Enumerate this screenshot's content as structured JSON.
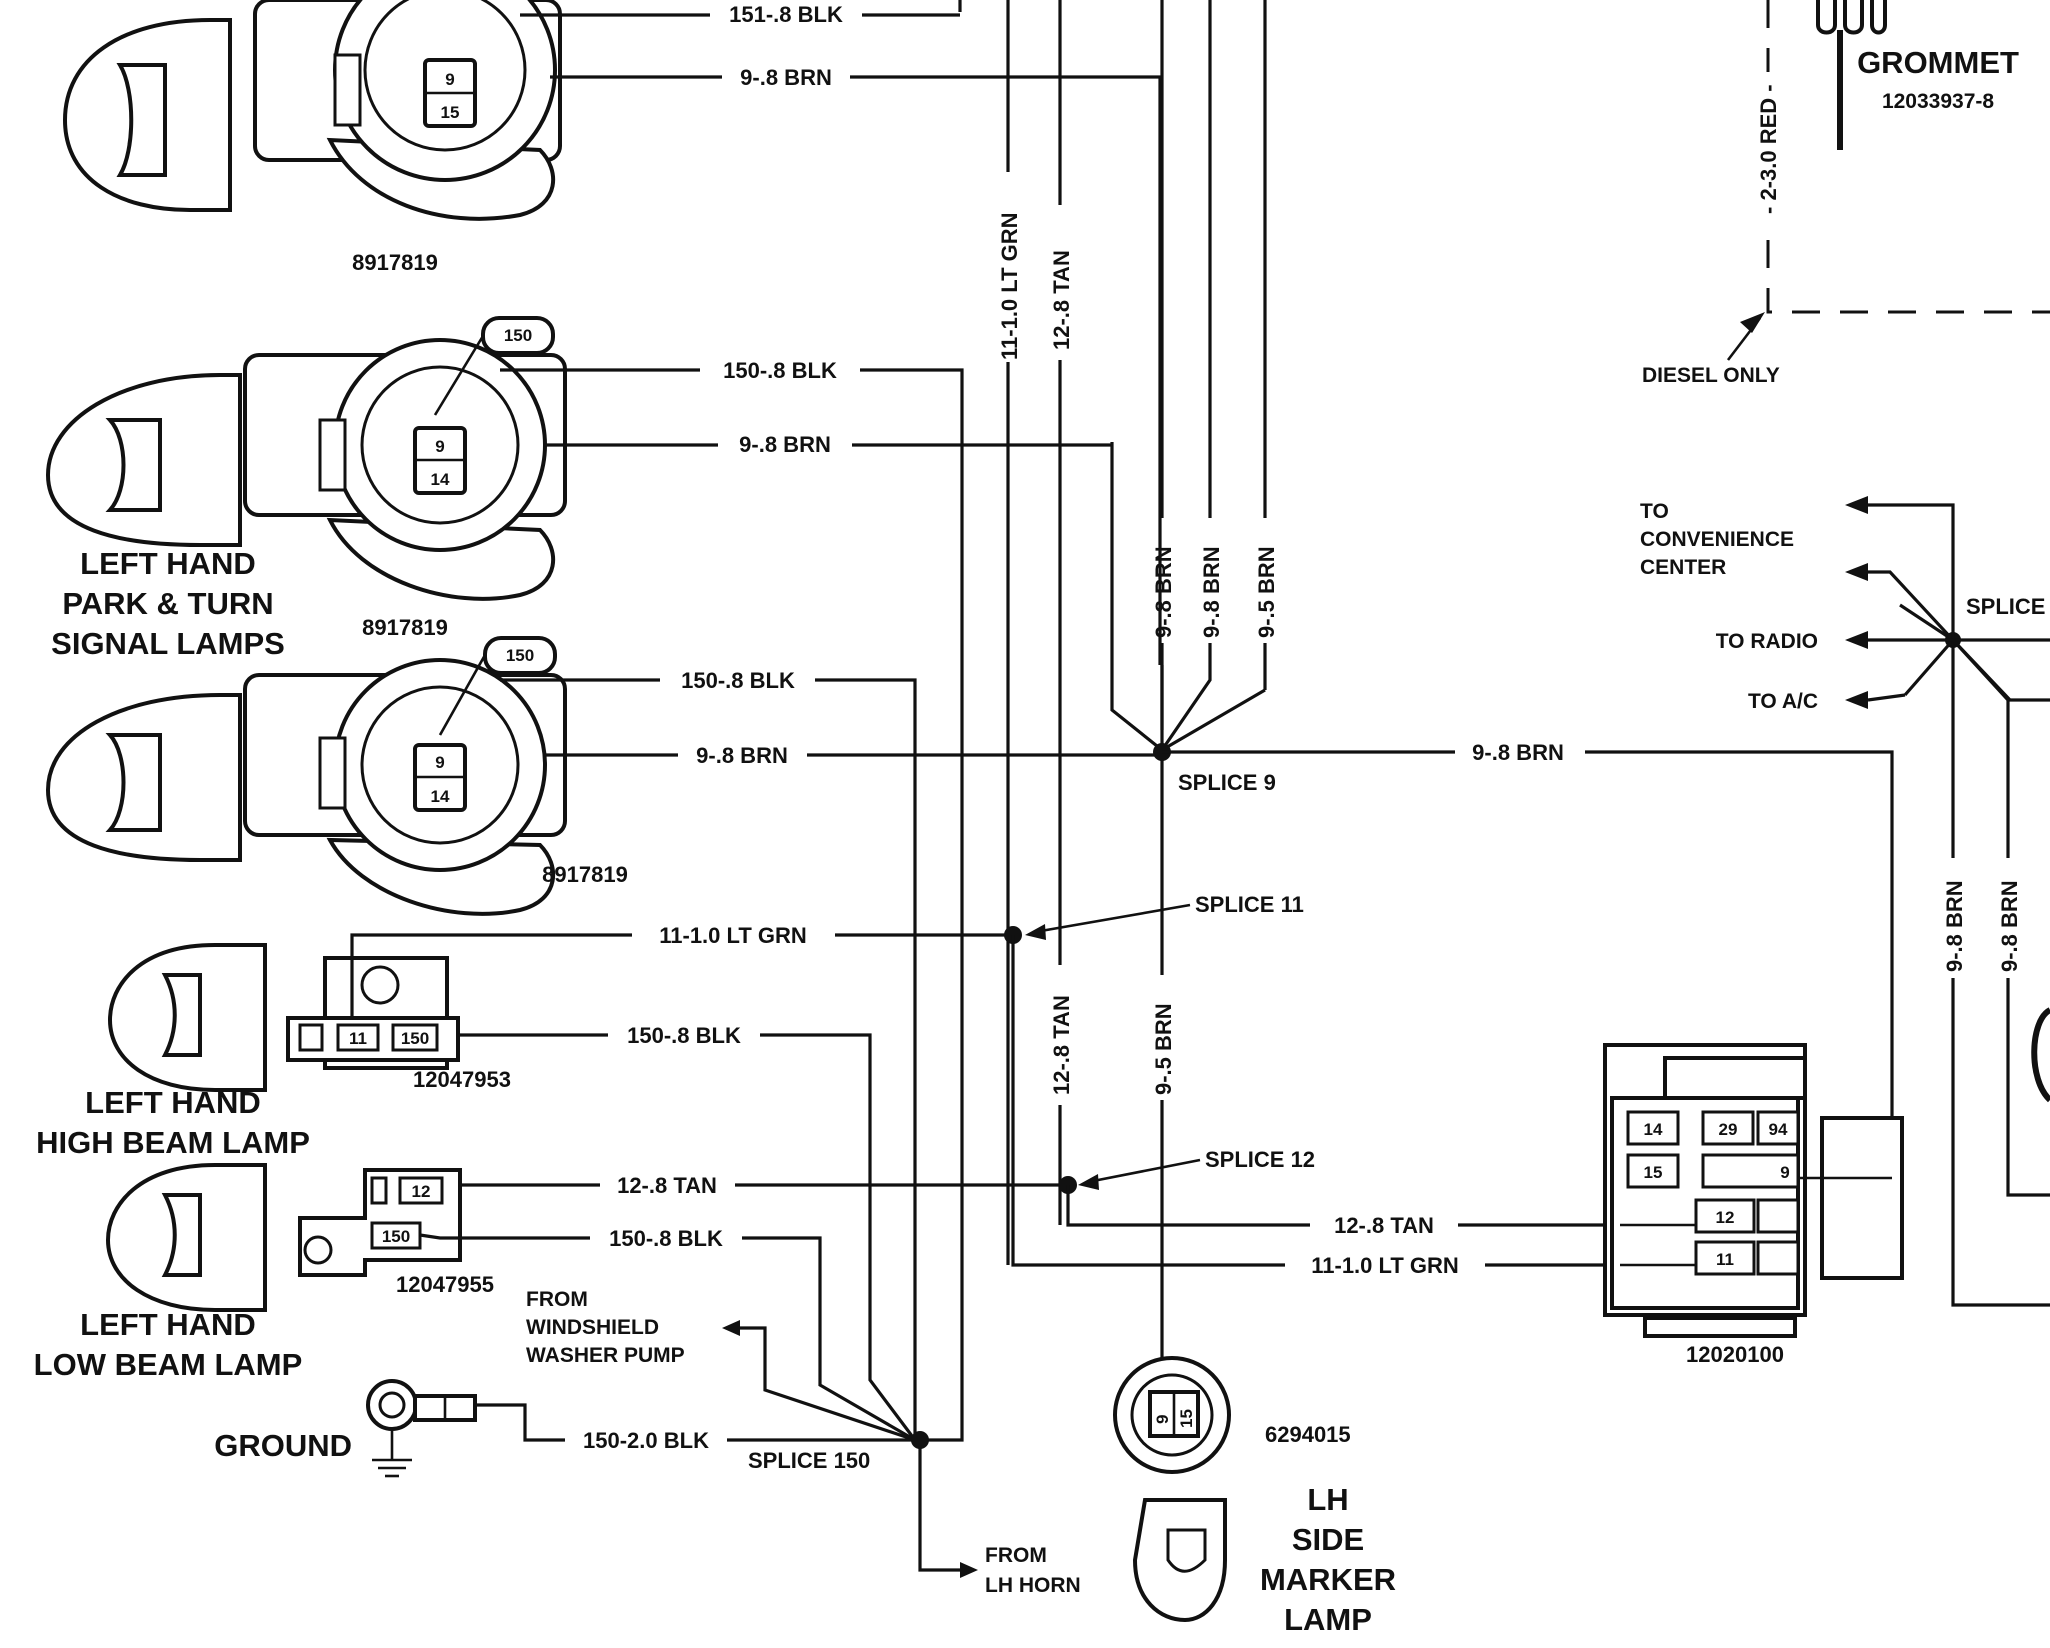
{
  "connectors": [
    {
      "part": "8917819",
      "pins": [
        "9",
        "15"
      ]
    },
    {
      "part": "8917819",
      "pins": [
        "9",
        "14"
      ],
      "tag": "150"
    },
    {
      "part": "8917819",
      "pins": [
        "9",
        "14"
      ],
      "tag": "150"
    },
    {
      "part": "12047953",
      "pins": [
        "11",
        "150"
      ]
    },
    {
      "part": "12047955",
      "pins": [
        "12",
        "150"
      ]
    },
    {
      "part": "6294015",
      "pins": [
        "9",
        "15"
      ]
    },
    {
      "part": "12020100",
      "pins": [
        "14",
        "29",
        "94",
        "15",
        "9",
        "12",
        "11"
      ]
    }
  ],
  "components": {
    "park_turn": "LEFT HAND\nPARK & TURN\nSIGNAL LAMPS",
    "high_beam": "LEFT HAND\nHIGH BEAM LAMP",
    "low_beam": "LEFT HAND\nLOW BEAM LAMP",
    "ground": "GROUND",
    "side_marker": "LH\nSIDE\nMARKER\nLAMP",
    "grommet": "GROMMET",
    "grommet_part": "12033937-8"
  },
  "wires": {
    "w151": "151-.8 BLK",
    "w9_top": "9-.8 BRN",
    "w150_a": "150-.8 BLK",
    "w9_a": "9-.8 BRN",
    "w150_b": "150-.8 BLK",
    "w9_b": "9-.8 BRN",
    "w11_hb": "11-1.0 LT GRN",
    "w150_hb": "150-.8 BLK",
    "w12_lb": "12-.8 TAN",
    "w150_lb": "150-.8 BLK",
    "w150_gnd": "150-2.0 BLK",
    "w9_right": "9-.8 BRN",
    "w12_conn": "12-.8 TAN",
    "w11_conn": "11-1.0 LT GRN",
    "v11": "11-1.0 LT GRN",
    "v12": "12-.8 TAN",
    "v9a": "9-.8 BRN",
    "v9b": "9-.8 BRN",
    "v9c": "9-.5 BRN",
    "v12_low": "12-.8 TAN",
    "v9_low": "9-.5 BRN",
    "v_red": "- 2-3.0 RED -",
    "v9_r1": "9-.8 BRN",
    "v9_r2": "9-.8 BRN"
  },
  "splices": {
    "s9": "SPLICE 9",
    "s11": "SPLICE 11",
    "s12": "SPLICE 12",
    "s150": "SPLICE 150",
    "s_right": "SPLICE"
  },
  "notes": {
    "diesel": "DIESEL ONLY",
    "to_conv_1": "TO",
    "to_conv_2": "CONVENIENCE",
    "to_conv_3": "CENTER",
    "to_radio": "TO RADIO",
    "to_ac": "TO A/C",
    "from_washer_1": "FROM",
    "from_washer_2": "WINDSHIELD",
    "from_washer_3": "WASHER PUMP",
    "from_horn_1": "FROM",
    "from_horn_2": "LH HORN"
  }
}
